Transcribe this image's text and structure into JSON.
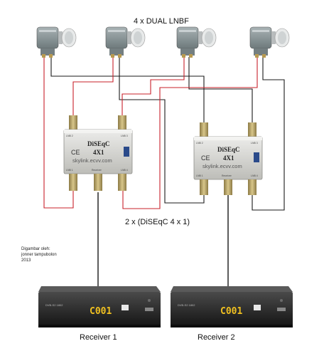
{
  "title": "4 x DUAL LNBF",
  "lnbs": [
    {
      "id": "lnb-1"
    },
    {
      "id": "lnb-2"
    },
    {
      "id": "lnb-3"
    },
    {
      "id": "lnb-4"
    }
  ],
  "switches": [
    {
      "id": "diseqc-1",
      "brand": "DiSEqC",
      "model": "4X1",
      "watermark": "skylink.ecvv.com",
      "ce": "CE",
      "port_receiver": "Receiver",
      "port_lnb1": "LNB 1",
      "port_lnb2": "LNB 2",
      "port_lnb3": "LNB 3",
      "port_lnb4": "LNB 4"
    },
    {
      "id": "diseqc-2",
      "brand": "DiSEqC",
      "model": "4X1",
      "watermark": "skylink.ecvv.com",
      "ce": "CE",
      "port_receiver": "Receiver",
      "port_lnb1": "LNB 1",
      "port_lnb2": "LNB 2",
      "port_lnb3": "LNB 3",
      "port_lnb4": "LNB 4"
    }
  ],
  "diseqc_caption": "2 x (DiSEqC 4 x 1)",
  "credit": {
    "line1": "Digambar oleh:",
    "line2": "jonner tampubolon",
    "line3": "2013"
  },
  "receivers": [
    {
      "label": "Receiver 1",
      "display": "C001",
      "model": "DVB-S2 1802"
    },
    {
      "label": "Receiver 2",
      "display": "C001",
      "model": "DVB-S2 1802"
    }
  ],
  "colors": {
    "red_wire": "#c8202a",
    "black_wire": "#1a1a1a",
    "lnb_body": "#8a9698",
    "switch_body": "#d8d8d4",
    "receiver_body": "#2a2a2a",
    "display": "#f0c020"
  }
}
